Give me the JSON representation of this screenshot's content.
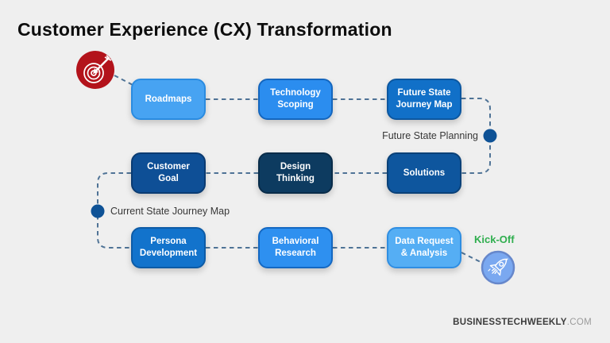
{
  "title": "Customer Experience (CX) Transformation",
  "flow": {
    "rows": [
      [
        {
          "label": "Roadmaps",
          "fill": "#47A3F2",
          "border": "#2A8BE0"
        },
        {
          "label": "Technology Scoping",
          "fill": "#2B8DEF",
          "border": "#1466BE"
        },
        {
          "label": "Future State Journey Map",
          "fill": "#1170C8",
          "border": "#0C57A0"
        }
      ],
      [
        {
          "label": "Customer Goal",
          "fill": "#0E4F96",
          "border": "#0A3B72"
        },
        {
          "label": "Design Thinking",
          "fill": "#0D3B60",
          "border": "#092C49"
        },
        {
          "label": "Solutions",
          "fill": "#0E569E",
          "border": "#0A4178"
        }
      ],
      [
        {
          "label": "Persona Development",
          "fill": "#1273CC",
          "border": "#0D5BA6"
        },
        {
          "label": "Behavioral Research",
          "fill": "#2E90F0",
          "border": "#1468C2"
        },
        {
          "label": "Data Request & Analysis",
          "fill": "#55AEF4",
          "border": "#2F8EE2"
        }
      ]
    ],
    "milestones": [
      {
        "label": "Future State Planning"
      },
      {
        "label": "Current State Journey Map"
      }
    ],
    "kickoff_label": "Kick-Off",
    "start_icon": "target-dart-icon",
    "end_icon": "rocket-icon"
  },
  "branding": {
    "name": "BUSINESSTECHWEEKLY",
    "tld": ".COM"
  },
  "colors": {
    "background": "#EFEFEF",
    "connector": "#4F7396",
    "milestone_dot": "#0E5296",
    "kickoff_green": "#2FAE4E",
    "target_red": "#B3131B",
    "rocket_circle_fill": "#7AA8F0",
    "rocket_circle_border": "#6687CB",
    "title_text": "#0D0D0D",
    "label_text": "#383838"
  }
}
